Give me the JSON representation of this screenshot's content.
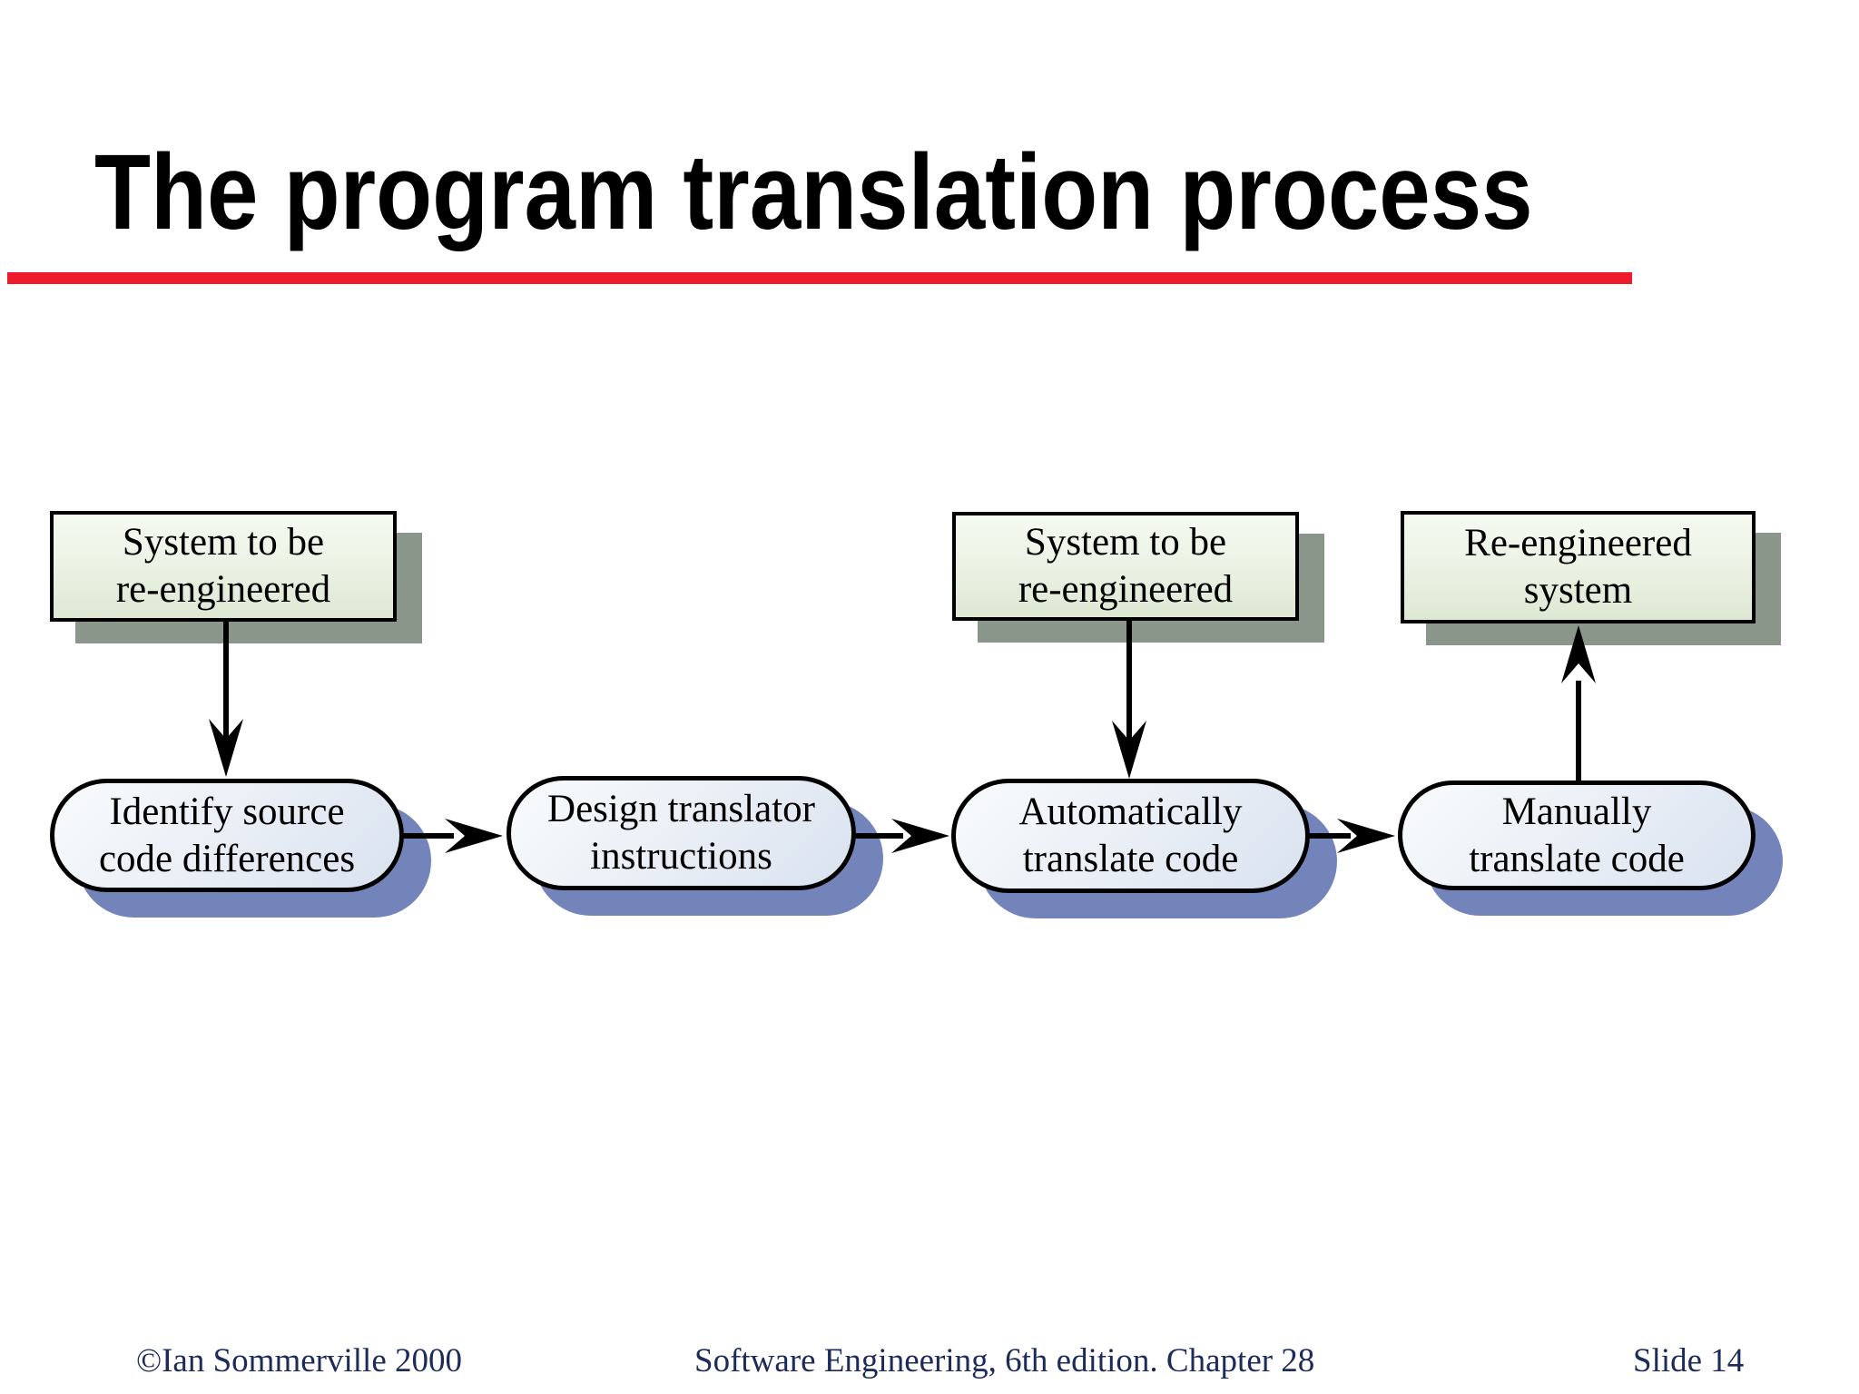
{
  "slide": {
    "title": "The program translation process",
    "footer": {
      "copyright": "©Ian Sommerville 2000",
      "source": "Software Engineering, 6th edition. Chapter 28",
      "slide_number": "Slide 14"
    },
    "colors": {
      "title_text": "#000000",
      "accent_rule": "#EE1B2D",
      "footer_text": "#1D2B5B",
      "data_box_fill": "#EAF1E2",
      "data_box_shadow": "#8A9689",
      "process_box_fill": "#EAEFF6",
      "process_box_shadow": "#7384BB",
      "outline": "#000000",
      "arrow": "#000000"
    }
  },
  "diagram": {
    "data_boxes": [
      {
        "label": "System to be\nre-engineered"
      },
      {
        "label": "System to be\nre-engineered"
      },
      {
        "label": "Re-engineered\nsystem"
      }
    ],
    "process_boxes": [
      {
        "label": "Identify source\ncode differences"
      },
      {
        "label": "Design translator\ninstructions"
      },
      {
        "label": "Automatically\ntranslate code"
      },
      {
        "label": "Manually\ntranslate code"
      }
    ]
  }
}
